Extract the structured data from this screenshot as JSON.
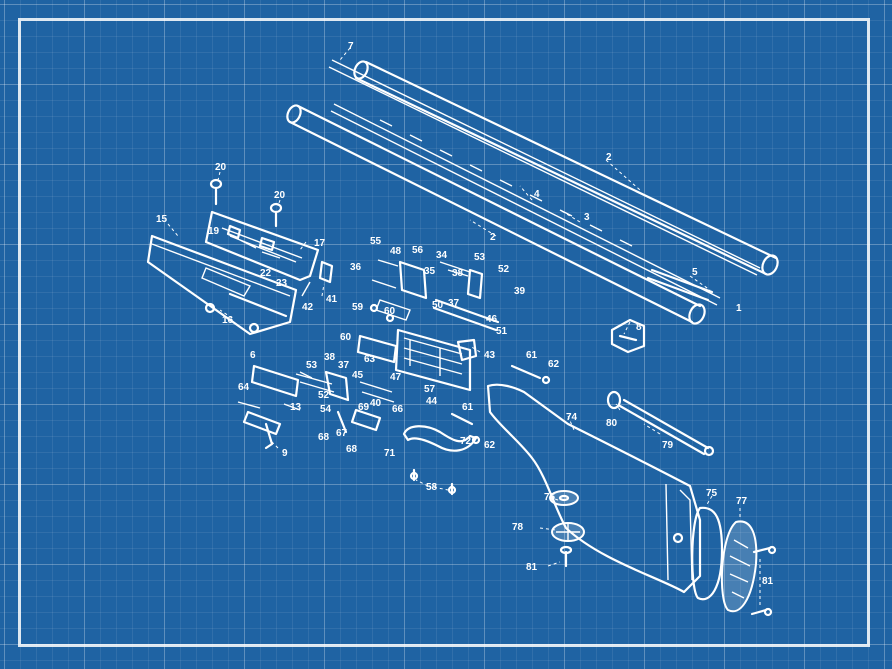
{
  "labels": [
    {
      "id": "l7",
      "text": "7"
    },
    {
      "id": "l2a",
      "text": "2"
    },
    {
      "id": "l2b",
      "text": "2"
    },
    {
      "id": "l3",
      "text": "3"
    },
    {
      "id": "l4",
      "text": "4"
    },
    {
      "id": "l5",
      "text": "5"
    },
    {
      "id": "l1",
      "text": "1"
    },
    {
      "id": "l8",
      "text": "8"
    },
    {
      "id": "l20a",
      "text": "20"
    },
    {
      "id": "l20b",
      "text": "20"
    },
    {
      "id": "l15",
      "text": "15"
    },
    {
      "id": "l19",
      "text": "19"
    },
    {
      "id": "l17",
      "text": "17"
    },
    {
      "id": "l22",
      "text": "22"
    },
    {
      "id": "l23",
      "text": "23"
    },
    {
      "id": "l41",
      "text": "41"
    },
    {
      "id": "l42",
      "text": "42"
    },
    {
      "id": "l16",
      "text": "16"
    },
    {
      "id": "l55",
      "text": "55"
    },
    {
      "id": "l48",
      "text": "48"
    },
    {
      "id": "l56",
      "text": "56"
    },
    {
      "id": "l34",
      "text": "34"
    },
    {
      "id": "l53",
      "text": "53"
    },
    {
      "id": "l52a",
      "text": "52"
    },
    {
      "id": "l36",
      "text": "36"
    },
    {
      "id": "l35",
      "text": "35"
    },
    {
      "id": "l38a",
      "text": "38"
    },
    {
      "id": "l39",
      "text": "39"
    },
    {
      "id": "l37a",
      "text": "37"
    },
    {
      "id": "l50",
      "text": "50"
    },
    {
      "id": "l59",
      "text": "59"
    },
    {
      "id": "l60a",
      "text": "60"
    },
    {
      "id": "l46",
      "text": "46"
    },
    {
      "id": "l51",
      "text": "51"
    },
    {
      "id": "l60b",
      "text": "60"
    },
    {
      "id": "l43",
      "text": "43"
    },
    {
      "id": "l61a",
      "text": "61"
    },
    {
      "id": "l62a",
      "text": "62"
    },
    {
      "id": "l6",
      "text": "6"
    },
    {
      "id": "l38b",
      "text": "38"
    },
    {
      "id": "l53b",
      "text": "53"
    },
    {
      "id": "l37b",
      "text": "37"
    },
    {
      "id": "l63",
      "text": "63"
    },
    {
      "id": "l45",
      "text": "45"
    },
    {
      "id": "l47",
      "text": "47"
    },
    {
      "id": "l57",
      "text": "57"
    },
    {
      "id": "l64",
      "text": "64"
    },
    {
      "id": "l52b",
      "text": "52"
    },
    {
      "id": "l13",
      "text": "13"
    },
    {
      "id": "l54",
      "text": "54"
    },
    {
      "id": "l40",
      "text": "40"
    },
    {
      "id": "l44",
      "text": "44"
    },
    {
      "id": "l69",
      "text": "69"
    },
    {
      "id": "l66",
      "text": "66"
    },
    {
      "id": "l61b",
      "text": "61"
    },
    {
      "id": "l68a",
      "text": "68"
    },
    {
      "id": "l67",
      "text": "67"
    },
    {
      "id": "l68b",
      "text": "68"
    },
    {
      "id": "l71",
      "text": "71"
    },
    {
      "id": "l72",
      "text": "72"
    },
    {
      "id": "l62b",
      "text": "62"
    },
    {
      "id": "l9",
      "text": "9"
    },
    {
      "id": "l58",
      "text": "58"
    },
    {
      "id": "l74",
      "text": "74"
    },
    {
      "id": "l80",
      "text": "80"
    },
    {
      "id": "l79",
      "text": "79"
    },
    {
      "id": "l75",
      "text": "75"
    },
    {
      "id": "l77",
      "text": "77"
    },
    {
      "id": "l76",
      "text": "76"
    },
    {
      "id": "l78",
      "text": "78"
    },
    {
      "id": "l81a",
      "text": "81"
    },
    {
      "id": "l81b",
      "text": "81"
    }
  ]
}
